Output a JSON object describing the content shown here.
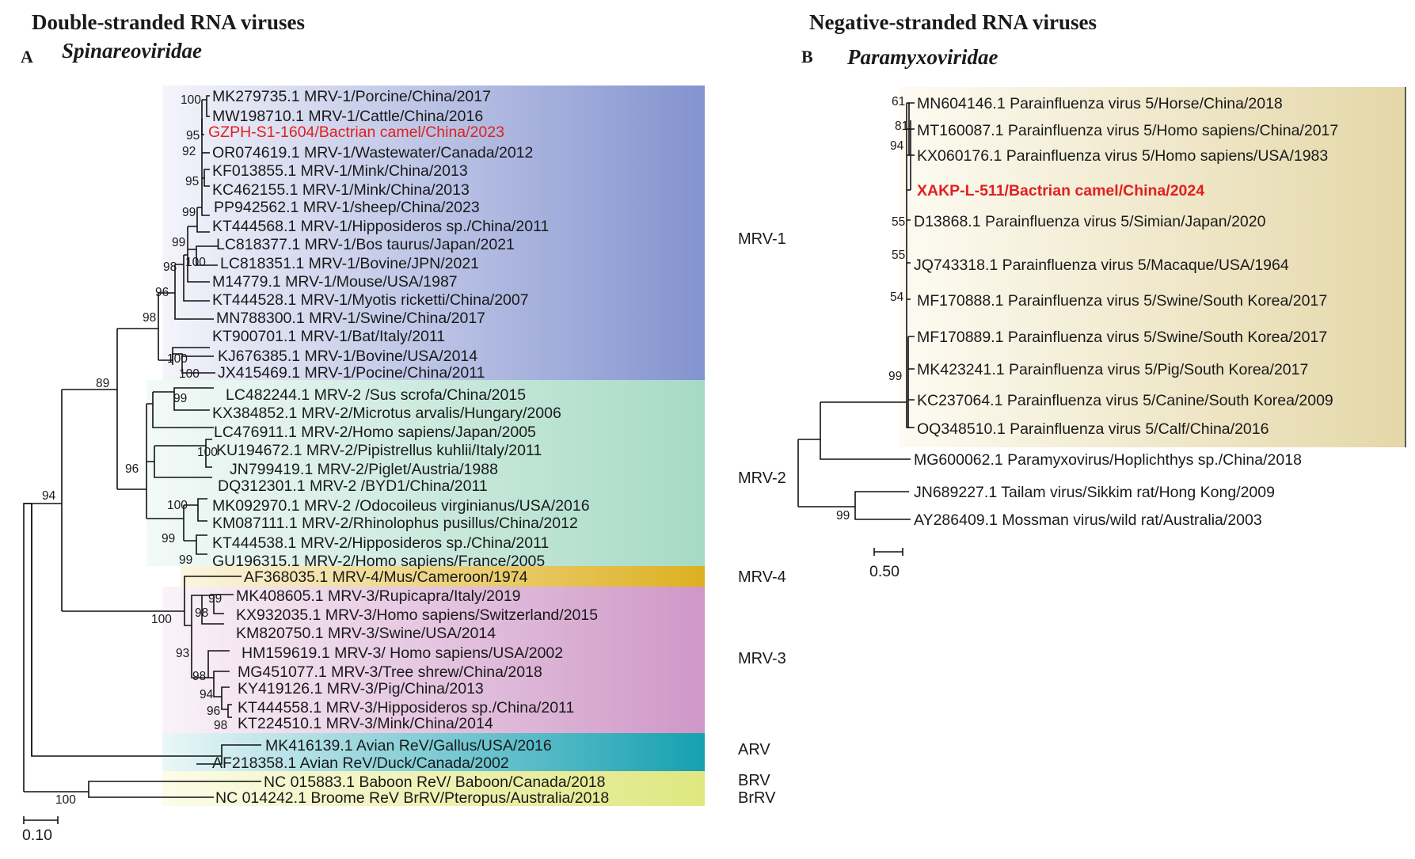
{
  "panel_a": {
    "header": "Double-stranded RNA viruses",
    "letter": "A",
    "family": "Spinareoviridae",
    "scale": "0.10",
    "leaves": [
      "MK279735.1 MRV-1/Porcine/China/2017",
      "MW198710.1 MRV-1/Cattle/China/2016",
      "GZPH-S1-1604/Bactrian camel/China/2023",
      "OR074619.1 MRV-1/Wastewater/Canada/2012",
      "KF013855.1 MRV-1/Mink/China/2013",
      "KC462155.1 MRV-1/Mink/China/2013",
      "PP942562.1 MRV-1/sheep/China/2023",
      "KT444568.1 MRV-1/Hipposideros sp./China/2011",
      "LC818377.1 MRV-1/Bos taurus/Japan/2021",
      "LC818351.1 MRV-1/Bovine/JPN/2021",
      "M14779.1 MRV-1/Mouse/USA/1987",
      "KT444528.1 MRV-1/Myotis ricketti/China/2007",
      "MN788300.1 MRV-1/Swine/China/2017",
      "KT900701.1 MRV-1/Bat/Italy/2011",
      "KJ676385.1 MRV-1/Bovine/USA/2014",
      "JX415469.1 MRV-1/Pocine/China/2011",
      "LC482244.1 MRV-2 /Sus scrofa/China/2015",
      "KX384852.1 MRV-2/Microtus arvalis/Hungary/2006",
      "LC476911.1 MRV-2/Homo sapiens/Japan/2005",
      "KU194672.1 MRV-2/Pipistrellus kuhlii/Italy/2011",
      "JN799419.1 MRV-2/Piglet/Austria/1988",
      "DQ312301.1 MRV-2 /BYD1/China/2011",
      "MK092970.1 MRV-2 /Odocoileus virginianus/USA/2016",
      "KM087111.1 MRV-2/Rhinolophus pusillus/China/2012",
      "KT444538.1 MRV-2/Hipposideros sp./China/2011",
      "GU196315.1 MRV-2/Homo sapiens/France/2005",
      "AF368035.1 MRV-4/Mus/Cameroon/1974",
      "MK408605.1 MRV-3/Rupicapra/Italy/2019",
      "KX932035.1 MRV-3/Homo sapiens/Switzerland/2015",
      "KM820750.1 MRV-3/Swine/USA/2014",
      "HM159619.1 MRV-3/ Homo sapiens/USA/2002",
      "MG451077.1 MRV-3/Tree shrew/China/2018",
      "KY419126.1 MRV-3/Pig/China/2013",
      "KT444558.1 MRV-3/Hipposideros sp./China/2011",
      "KT224510.1 MRV-3/Mink/China/2014",
      "MK416139.1 Avian ReV/Gallus/USA/2016",
      "AF218358.1 Avian ReV/Duck/Canada/2002",
      "NC 015883.1 Baboon ReV/ Baboon/Canada/2018",
      "NC 014242.1 Broome ReV BrRV/Pteropus/Australia/2018"
    ],
    "bootstrap": [
      "100",
      "95",
      "92",
      "95",
      "99",
      "99",
      "100",
      "98",
      "96",
      "98",
      "100",
      "100",
      "89",
      "99",
      "100",
      "96",
      "100",
      "99",
      "99",
      "100",
      "99",
      "98",
      "93",
      "98",
      "94",
      "96",
      "98",
      "94",
      "100"
    ],
    "clades": [
      "MRV-1",
      "MRV-2",
      "MRV-4",
      "MRV-3",
      "ARV",
      "BRV",
      "BrRV"
    ],
    "colors": {
      "mrv1": "#8090cc",
      "mrv2": "#a8dcc8",
      "mrv4": "#e0b020",
      "mrv3": "#d098c8",
      "arv": "#18a0b0",
      "brv": "#e0e880",
      "highlight": "#e02020"
    }
  },
  "panel_b": {
    "header": "Negative-stranded RNA viruses",
    "letter": "B",
    "family": "Paramyxoviridae",
    "scale": "0.50",
    "leaves": [
      "MN604146.1 Parainfluenza virus 5/Horse/China/2018",
      "MT160087.1 Parainfluenza virus 5/Homo sapiens/China/2017",
      "KX060176.1 Parainfluenza virus 5/Homo sapiens/USA/1983",
      "XAKP-L-511/Bactrian camel/China/2024",
      "D13868.1 Parainfluenza virus 5/Simian/Japan/2020",
      "JQ743318.1 Parainfluenza virus 5/Macaque/USA/1964",
      "MF170888.1 Parainfluenza virus 5/Swine/South Korea/2017",
      "MF170889.1 Parainfluenza virus 5/Swine/South Korea/2017",
      "MK423241.1 Parainfluenza virus 5/Pig/South Korea/2017",
      "KC237064.1 Parainfluenza virus 5/Canine/South Korea/2009",
      "OQ348510.1 Parainfluenza virus 5/Calf/China/2016",
      "MG600062.1 Paramyxovirus/Hoplichthys sp./China/2018",
      "JN689227.1 Tailam virus/Sikkim rat/Hong Kong/2009",
      "AY286409.1 Mossman virus/wild rat/Australia/2003"
    ],
    "bootstrap": [
      "61",
      "81",
      "94",
      "55",
      "55",
      "54",
      "99",
      "99"
    ],
    "colors": {
      "box": "#e8dcb0",
      "highlight": "#e02020"
    }
  }
}
